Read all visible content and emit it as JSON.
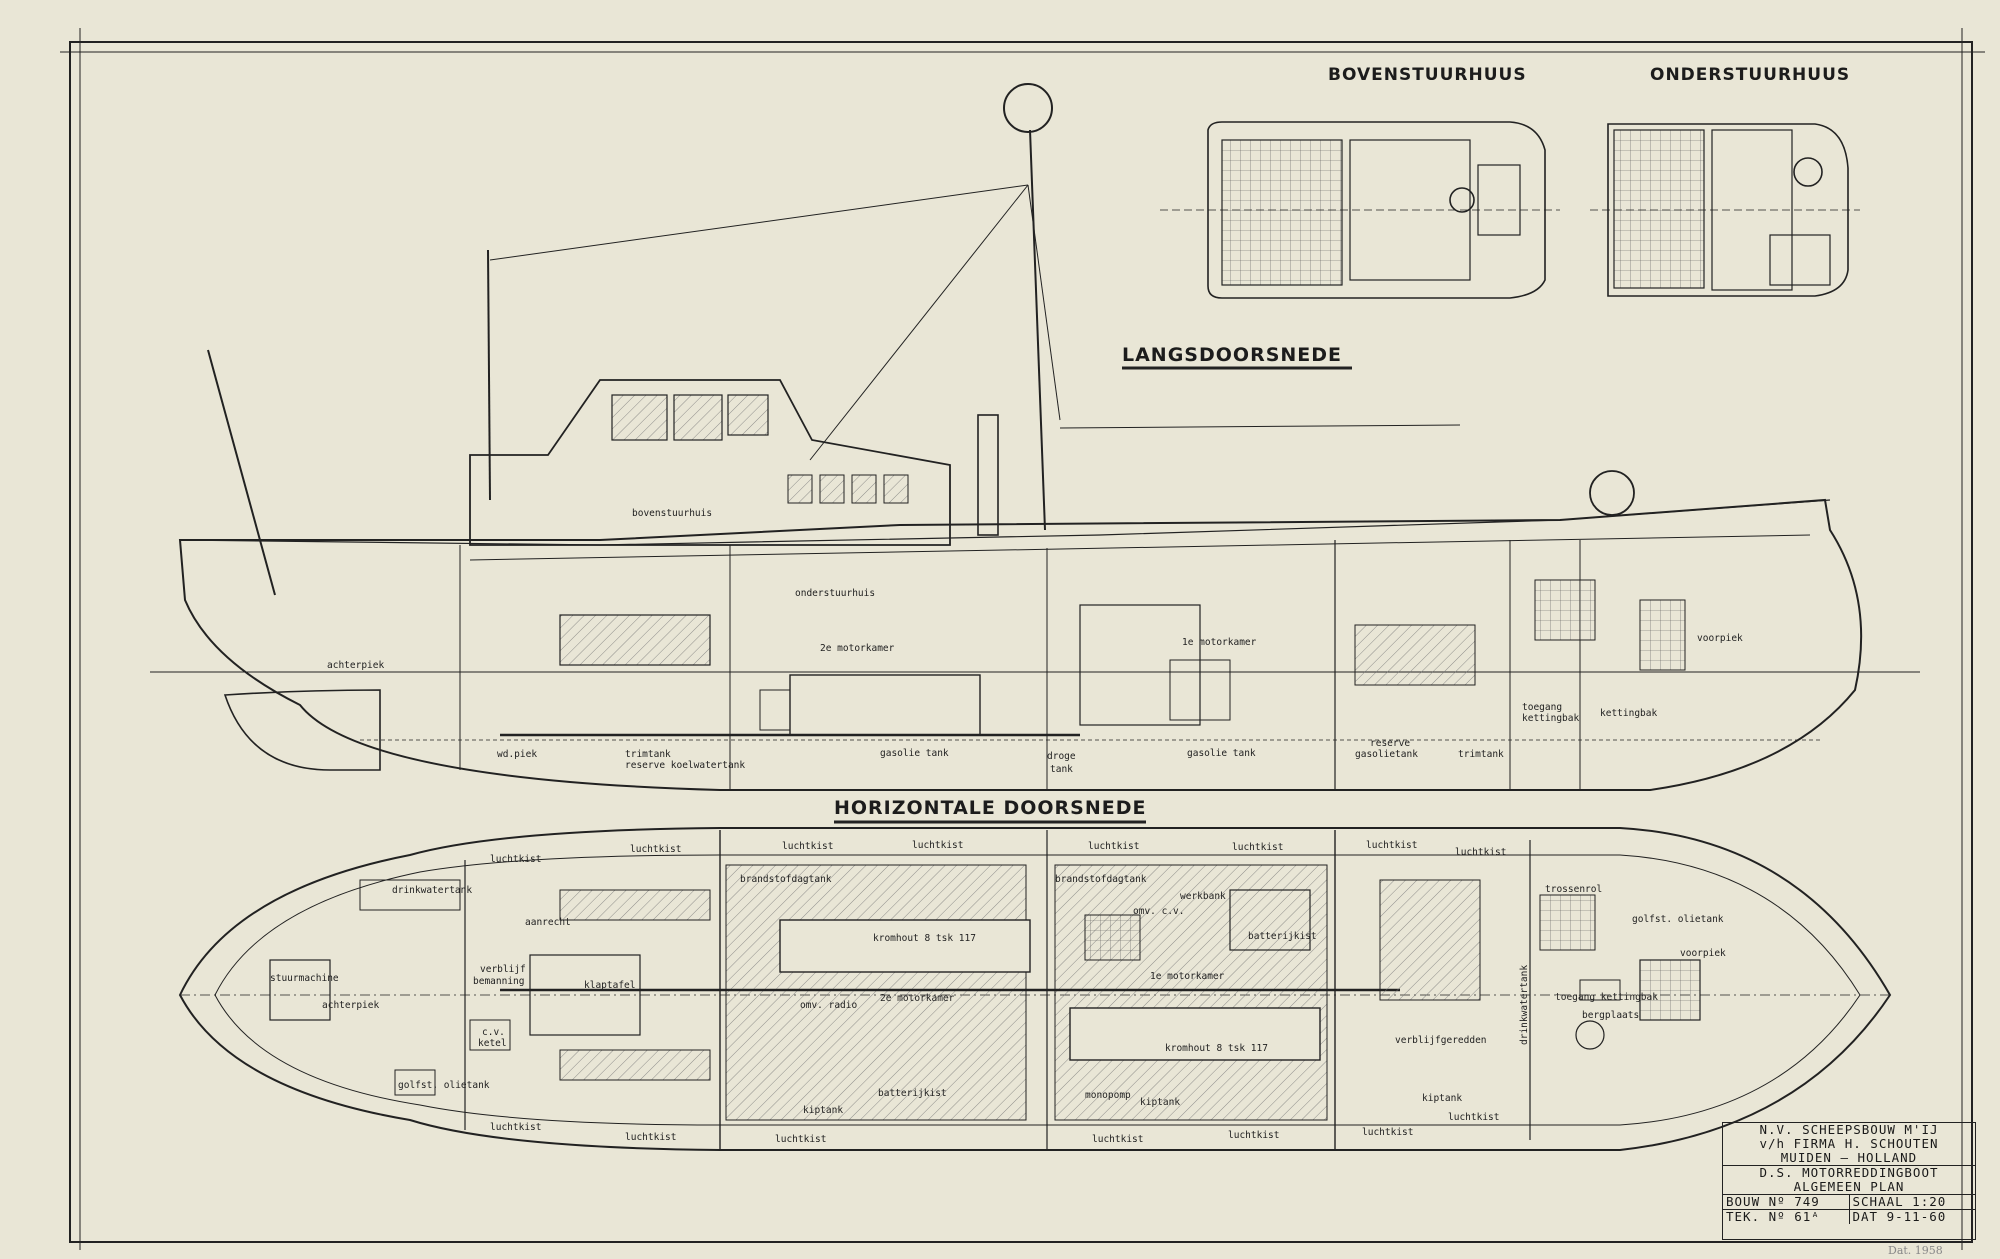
{
  "headings": {
    "upper_wheelhouse": "BOVENSTUURHUUS",
    "lower_wheelhouse": "ONDERSTUURHUUS",
    "longitudinal": "LANGSDOORSNEDE",
    "horizontal": "HORIZONTALE DOORSNEDE"
  },
  "profile_labels": {
    "bovenstuurhuis": "bovenstuurhuis",
    "onderstuurhuis": "onderstuurhuis",
    "achterpiek": "achterpiek",
    "motorkamer2": "2e motorkamer",
    "motorkamer1": "1e motorkamer",
    "voorpiek": "voorpiek",
    "toegang": "toegang",
    "kettingbak_access": "kettingbak",
    "kettingbak": "kettingbak",
    "wd_piek": "wd.piek",
    "trimtank_aft": "trimtank",
    "reserve_koelwatertank": "reserve koelwatertank",
    "gasolie_tank_1": "gasolie tank",
    "droge": "droge",
    "tank": "tank",
    "gasolie_tank_2": "gasolie tank",
    "reserve": "reserve",
    "gasolietank": "gasolietank",
    "trimtank_fwd": "trimtank"
  },
  "plan_labels": {
    "luchtkist": "luchtkist",
    "drinkwatertank": "drinkwatertank",
    "stuurmachine": "stuurmachine",
    "achterpiek": "achterpiek",
    "aanrecht": "aanrecht",
    "verblijf": "verblijf",
    "bemanning": "bemanning",
    "klaptafel": "klaptafel",
    "cv": "c.v.",
    "ketel": "ketel",
    "golfstolietank": "golfst. olietank",
    "brandstofdagtank_1": "brandstofdagtank",
    "brandstofdagtank_2": "brandstofdagtank",
    "kromhout_1": "kromhout 8 tsk 117",
    "kromhout_2": "kromhout 8 tsk 117",
    "motorkamer2": "2e motorkamer",
    "motorkamer1": "1e motorkamer",
    "omv_radio": "omv. radio",
    "omv_cv": "omv. c.v.",
    "werkbank": "werkbank",
    "batterijkist_1": "batterijkist",
    "batterijkist_2": "batterijkist",
    "kiptank_1": "kiptank",
    "kiptank_2": "kiptank",
    "kiptank_3": "kiptank",
    "monopomp": "monopomp",
    "verblijfgeredden": "verblijfgeredden",
    "drinkwatertank_fwd": "drinkwatertank",
    "trossenrol": "trossenrol",
    "golfst_olietank_fwd": "golfst. olietank",
    "voorpiek": "voorpiek",
    "toegang_kettingbak": "toegang kettingbak",
    "bergplaats": "bergplaats"
  },
  "title_block": {
    "line1": "N.V. SCHEEPSBOUW M'IJ",
    "line2": "v/h FIRMA H. SCHOUTEN",
    "line3": "MUIDEN — HOLLAND",
    "line4": "D.S. MOTORREDDINGBOOT",
    "line5": "ALGEMEEN PLAN",
    "bouw": "BOUW Nº 749",
    "schaal": "SCHAAL 1:20",
    "tek": "TEK. Nº 61ᴬ",
    "dat": "DAT 9-11-60"
  },
  "pencil_note": "Dat. 1958",
  "colors": {
    "paper": "#e9e6d6",
    "ink": "#222222",
    "hatch": "#6a6a6a"
  }
}
